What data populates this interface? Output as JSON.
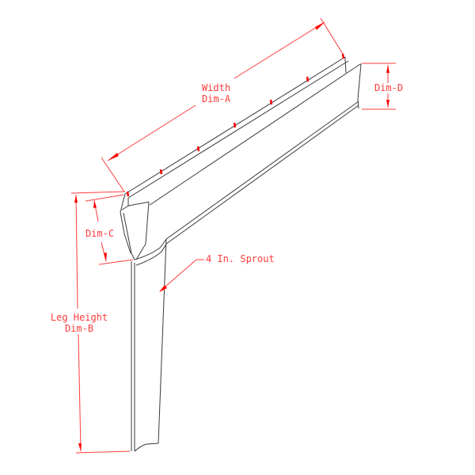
{
  "colors": {
    "dimension": "#ff3b3b",
    "geometry": "#3a3a3a",
    "background": "#ffffff"
  },
  "labels": {
    "width": {
      "line1": "Width",
      "line2": "Dim-A"
    },
    "dim_d": "Dim-D",
    "dim_c": "Dim-C",
    "sprout": "4 In. Sprout",
    "leg_height": {
      "line1": "Leg Height",
      "line2": "Dim-B"
    }
  }
}
